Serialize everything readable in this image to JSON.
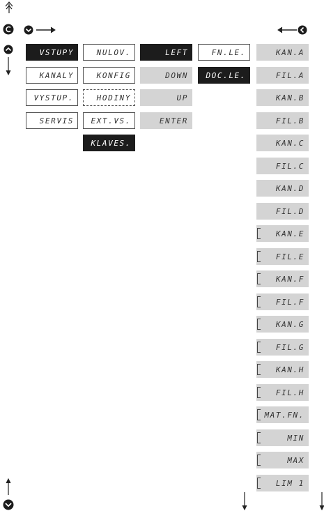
{
  "icons": {
    "top_left_up": "double-up-arrow-icon",
    "circle_c": "circle-c-icon",
    "circle_up": "circle-up-icon",
    "circle_down": "circle-down-icon",
    "circle_left": "circle-left-icon"
  },
  "colors": {
    "dark": "#1c1c1c",
    "gray": "#d4d4d4",
    "outline": "#555555"
  },
  "columns": {
    "col1": [
      {
        "label": "VSTUPY",
        "style": "dark"
      },
      {
        "label": "KANALY",
        "style": "outline"
      },
      {
        "label": "VYSTUP.",
        "style": "outline"
      },
      {
        "label": "SERVIS",
        "style": "outline"
      }
    ],
    "col2": [
      {
        "label": "NULOV.",
        "style": "outline"
      },
      {
        "label": "KONFIG",
        "style": "outline"
      },
      {
        "label": "HODINY",
        "style": "dashed"
      },
      {
        "label": "EXT.VS.",
        "style": "outline"
      },
      {
        "label": "KLAVES.",
        "style": "dark"
      }
    ],
    "col3": [
      {
        "label": "LEFT",
        "style": "dark"
      },
      {
        "label": "DOWN",
        "style": "gray"
      },
      {
        "label": "UP",
        "style": "gray"
      },
      {
        "label": "ENTER",
        "style": "gray"
      }
    ],
    "col4": [
      {
        "label": "FN.LE.",
        "style": "outline"
      },
      {
        "label": "DOC.LE.",
        "style": "dark"
      }
    ],
    "col5": [
      {
        "label": "KAN.A",
        "style": "gray"
      },
      {
        "label": "FIL.A",
        "style": "gray"
      },
      {
        "label": "KAN.B",
        "style": "gray"
      },
      {
        "label": "FIL.B",
        "style": "gray"
      },
      {
        "label": "KAN.C",
        "style": "gray"
      },
      {
        "label": "FIL.C",
        "style": "gray"
      },
      {
        "label": "KAN.D",
        "style": "gray"
      },
      {
        "label": "FIL.D",
        "style": "gray"
      },
      {
        "label": "KAN.E",
        "style": "grayl"
      },
      {
        "label": "FIL.E",
        "style": "grayl"
      },
      {
        "label": "KAN.F",
        "style": "grayl"
      },
      {
        "label": "FIL.F",
        "style": "grayl"
      },
      {
        "label": "KAN.G",
        "style": "grayl"
      },
      {
        "label": "FIL.G",
        "style": "grayl"
      },
      {
        "label": "KAN.H",
        "style": "grayl"
      },
      {
        "label": "FIL.H",
        "style": "grayl"
      },
      {
        "label": "MAT.FN.",
        "style": "grayl"
      },
      {
        "label": "MIN",
        "style": "grayl"
      },
      {
        "label": "MAX",
        "style": "grayl"
      },
      {
        "label": "LIM 1",
        "style": "grayl"
      }
    ]
  }
}
